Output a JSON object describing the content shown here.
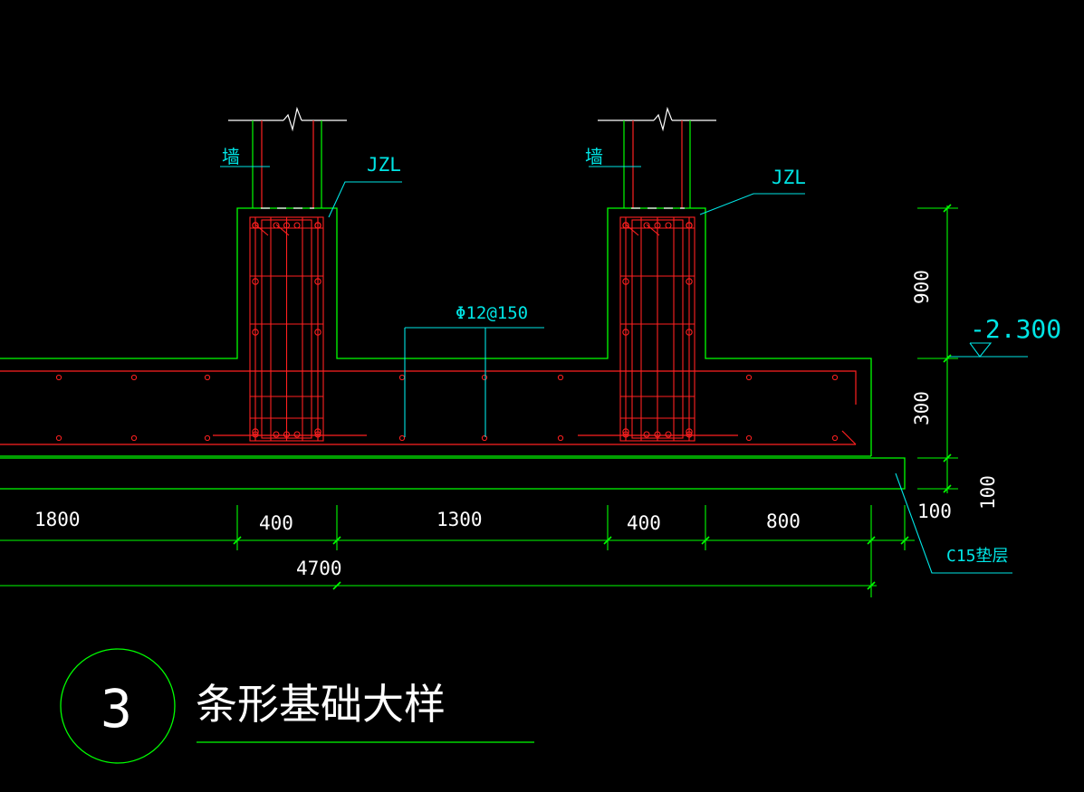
{
  "labels": {
    "wall_left": "墙",
    "wall_right": "墙",
    "beam_left": "JZL",
    "beam_right": "JZL",
    "rebar": "Φ12@150",
    "elevation": "-2.300",
    "pad": "C15垫层",
    "detail_number": "3",
    "detail_title": "条形基础大样"
  },
  "dimensions": {
    "bottom": [
      "1800",
      "400",
      "1300",
      "400",
      "800",
      "100"
    ],
    "total": "4700",
    "right": [
      "900",
      "300",
      "100"
    ]
  },
  "colors": {
    "background": "#000000",
    "outline": "#00ff00",
    "rebar": "#ff2020",
    "leader": "#00e5e5",
    "text": "#ffffff"
  }
}
